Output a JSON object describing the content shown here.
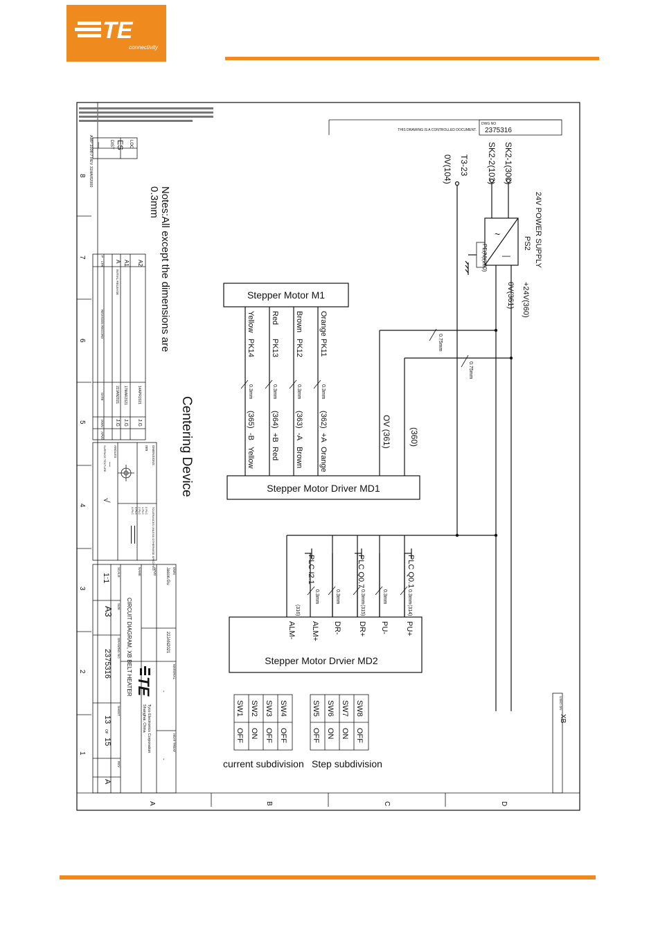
{
  "logo": {
    "mark": "TE",
    "sub": "connectivity"
  },
  "header": {
    "dwg_no_label": "DWG NO",
    "controlled_note": "THIS DRAWING IS A CONTROLLED DOCUMENT.",
    "dwg_no": "2375316",
    "used_on_label": "USED ON",
    "used_on": "XB"
  },
  "inputs": {
    "sk1": "SK2-1(300)",
    "sk2": "SK2-2(103)",
    "t3": "T3-23",
    "ov104": "0V(104)"
  },
  "power_supply": {
    "title": "24V POWER SUPPLY",
    "id": "PS2",
    "ac": "~",
    "dc": "—",
    "pe": "PE(N)(200)",
    "out_pos": "+24V(360)",
    "out_0v": "0V(361)"
  },
  "motor": {
    "title": "Stepper Motor M1",
    "wires": [
      {
        "color": "Orange",
        "pk": "PK11",
        "size": "0.3mm",
        "term": "(362)",
        "sig": "+A",
        "end": "Orange"
      },
      {
        "color": "Brown",
        "pk": "PK12",
        "size": "0.3mm",
        "term": "(363)",
        "sig": "-A",
        "end": "Brown"
      },
      {
        "color": "Red",
        "pk": "PK13",
        "size": "0.3mm",
        "term": "(364)",
        "sig": "+B",
        "end": "Red"
      },
      {
        "color": "Yellow",
        "pk": "PK14",
        "size": "0.3mm",
        "term": "(365)",
        "sig": "-B",
        "end": "Yellow"
      }
    ]
  },
  "driver1": {
    "title": "Stepper Motor Driver MD1",
    "ov361": "OV (361)",
    "n360": "(360)",
    "w1": "0.75mm",
    "w2": "0.75mm"
  },
  "driver2": {
    "title": "Stepper Motor Drvier MD2",
    "pins": [
      "PU+",
      "PU-",
      "DR+",
      "DR-",
      "ALM+",
      "ALM-"
    ],
    "plc": [
      "PLC Q0.1",
      "PLC Q0.7",
      "PLC I2.1"
    ],
    "sizes": [
      "0.3mm",
      "0.3mm",
      "0.3mm",
      "0.3mm",
      "0.3mm"
    ],
    "terms": [
      "(314)",
      "(315)",
      "(316)"
    ]
  },
  "notes": {
    "line1": "Notes:All except the dimensions are",
    "line2": "0.3mm",
    "title": "Centering Device"
  },
  "switches": {
    "step": {
      "caption": "Step subdivision",
      "rows": [
        [
          "SW8",
          "OFF"
        ],
        [
          "SW7",
          "ON"
        ],
        [
          "SW6",
          "ON"
        ],
        [
          "SW5",
          "OFF"
        ]
      ]
    },
    "current": {
      "caption": "current subdivision",
      "rows": [
        [
          "SW4",
          "OFF"
        ],
        [
          "SW3",
          "OFF"
        ],
        [
          "SW2",
          "ON"
        ],
        [
          "SW1",
          "OFF"
        ]
      ]
    }
  },
  "titleblock": {
    "loc_label": "LOC",
    "loc": "ES",
    "dist_label": "DIST",
    "dist": "—",
    "amp_note": "AMP 3308-7 REV 31MAR2000",
    "revisions": [
      {
        "ltr": "A2",
        "date": "14APR2021",
        "dwn": "J.G",
        "apvd": ""
      },
      {
        "ltr": "A1",
        "date": "17MAR2021",
        "dwn": "J.G",
        "apvd": ""
      },
      {
        "ltr": "A",
        "desc": "INITIAL RELEASE",
        "date": "22JAN2021",
        "dwn": "J.G",
        "apvd": ""
      }
    ],
    "rev_record": "REVISION RECORD",
    "rev_cols": [
      "P",
      "LTR",
      "DATE",
      "DWN",
      "APVD"
    ],
    "dimensions": "DIMENSIONS:",
    "mm": "mm",
    "tolerances": "TOLERANCES UNLESS OTHERWISE SPECIFIED:",
    "tol_rows": [
      "0 PLC",
      "1 PLC",
      "2 PLC",
      "3 PLC",
      "4 PLC"
    ],
    "angles_label": "ANGLES",
    "angles": "—",
    "surface": "SURFACE TEXTURE",
    "dwn_label": "DWN",
    "dwn": "Jason.Gu",
    "dwn_date": "22JAN2021",
    "apvd_label": "APVD",
    "material_label": "MATERIAL",
    "material": "-",
    "finish_label": "HEAT TREAT",
    "finish": "-",
    "name_label": "NAME",
    "name": "CIRCUIT DIAGRAM, XB BELT HEATER",
    "company": "Tyco Electronics Corporation",
    "company_loc": "Shanghai, China",
    "scale_label": "SCALE",
    "scale": "1:1",
    "size_label": "SIZE",
    "size": "A3",
    "drawing_no_label": "DRAWING NO",
    "drawing_no": "2375316",
    "sheet_label": "SHEET",
    "sheet": "13",
    "of": "OF",
    "sheets": "15",
    "rev_label": "REV",
    "rev": "A"
  },
  "grid": {
    "numbers": [
      "8",
      "7",
      "6",
      "5",
      "4",
      "3",
      "2",
      "1"
    ],
    "letters": [
      "A",
      "B",
      "C",
      "D"
    ]
  }
}
